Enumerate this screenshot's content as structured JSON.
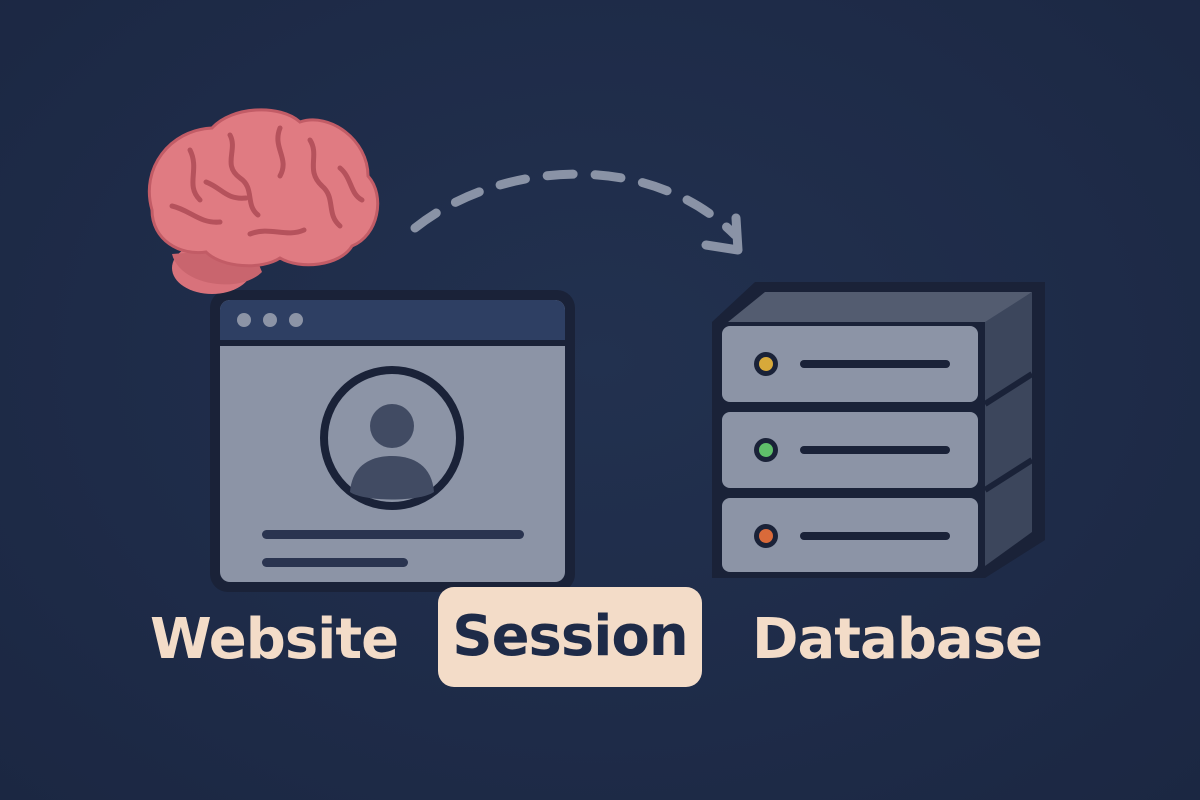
{
  "labels": {
    "website": "Website",
    "session": "Session",
    "database": "Database"
  },
  "icons": {
    "brain": "brain-icon",
    "browser": "browser-window-icon",
    "user": "user-avatar-icon",
    "arrow": "dashed-arrow",
    "database": "server-stack-icon"
  },
  "colors": {
    "background": "#1e2b48",
    "label": "#f3dcc8",
    "pill": "#f3dcc8",
    "brain": "#e07b82",
    "panel": "#8c94a6",
    "outline": "#1a2238",
    "status_yellow": "#d7a93a",
    "status_green": "#5fbf6a",
    "status_red": "#d96a3a"
  }
}
